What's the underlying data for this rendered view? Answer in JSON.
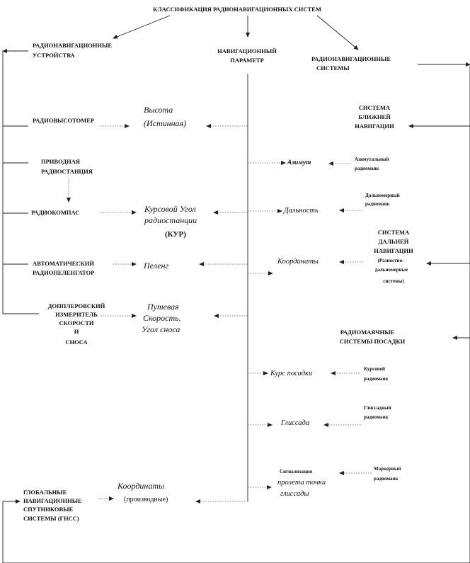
{
  "title": "КЛАССИФИКАЦИЯ РАДИОНАВИГАЦИОННЫХ СИСТЕМ",
  "columns": {
    "devices": [
      "РАДИОНАВИГАЦИОННЫЕ",
      "УСТРОЙСТВА"
    ],
    "parameter": [
      "НАВИГАЦИОННЫЙ",
      "ПАРАМЕТР"
    ],
    "systems": [
      "РАДИОНАВИГАЦИОННЫЕ",
      "СИСТЕМЫ"
    ]
  },
  "devices": {
    "radioaltimeter": "РАДИОВЫСОТОМЕР",
    "drive_station": [
      "ПРИВОДНАЯ",
      "РАДИОСТАНЦИЯ"
    ],
    "radiocompass": "РАДИОКОМПАС",
    "direction_finder": [
      "АВТОМАТИЧЕСКИЙ",
      "РАДИОПЕЛЕНГАТОР"
    ],
    "doppler": [
      "ДОППЛЕРОВСКИЙ",
      "ИЗМЕРИТЕЛЬ",
      "СКОРОСТИ",
      "И",
      "СНОСА"
    ],
    "gnss": [
      "ГЛОБАЛЬНЫЕ",
      "НАВИГАЦИОННЫЕ",
      "СПУТНИКОВЫЕ",
      "СИСТЕМЫ (ГНСС)"
    ]
  },
  "left_params": {
    "altitude": [
      "Высота",
      "(Истинная)"
    ],
    "course_angle": [
      "Курсовой Угол",
      "радиостанции"
    ],
    "kur": "(КУР)",
    "bearing": "Пеленг",
    "ground_speed": [
      "Путевая",
      "Скорость.",
      "Угол сноса"
    ],
    "coords": "Координаты",
    "coords_derived": "(производные)"
  },
  "mid_params": {
    "azimuth": "Азимут",
    "range": "Дальность",
    "coords": "Координаты",
    "landing_course": "Курс посадки",
    "glideslope": "Глиссада",
    "glide_signal": [
      "Сигнализация",
      "пролета точки",
      "глиссады"
    ]
  },
  "systems": {
    "short_range": [
      "СИСТЕМА",
      "БЛИЖНЕЙ",
      "НАВИГАЦИИ"
    ],
    "azimuth_beacon": [
      "Азимутальный",
      "радиомаяк"
    ],
    "range_beacon": [
      "Дальномерный",
      "радиомаяк"
    ],
    "long_range": [
      "СИСТЕМА",
      "ДАЛЬНЕЙ",
      "НАВИГАЦИИ"
    ],
    "long_range_note": [
      "(Разностно-",
      "дальномерные",
      "системы)"
    ],
    "landing": [
      "РАДИОМАЯЧНЫЕ",
      "СИСТЕМЫ ПОСАДКИ"
    ],
    "course_beacon": [
      "Курсовой",
      "радиомаяк"
    ],
    "glide_beacon": [
      "Глиссадный",
      "радиомаяк"
    ],
    "marker_beacon": [
      "Маркерный",
      "радиомаяк"
    ]
  }
}
